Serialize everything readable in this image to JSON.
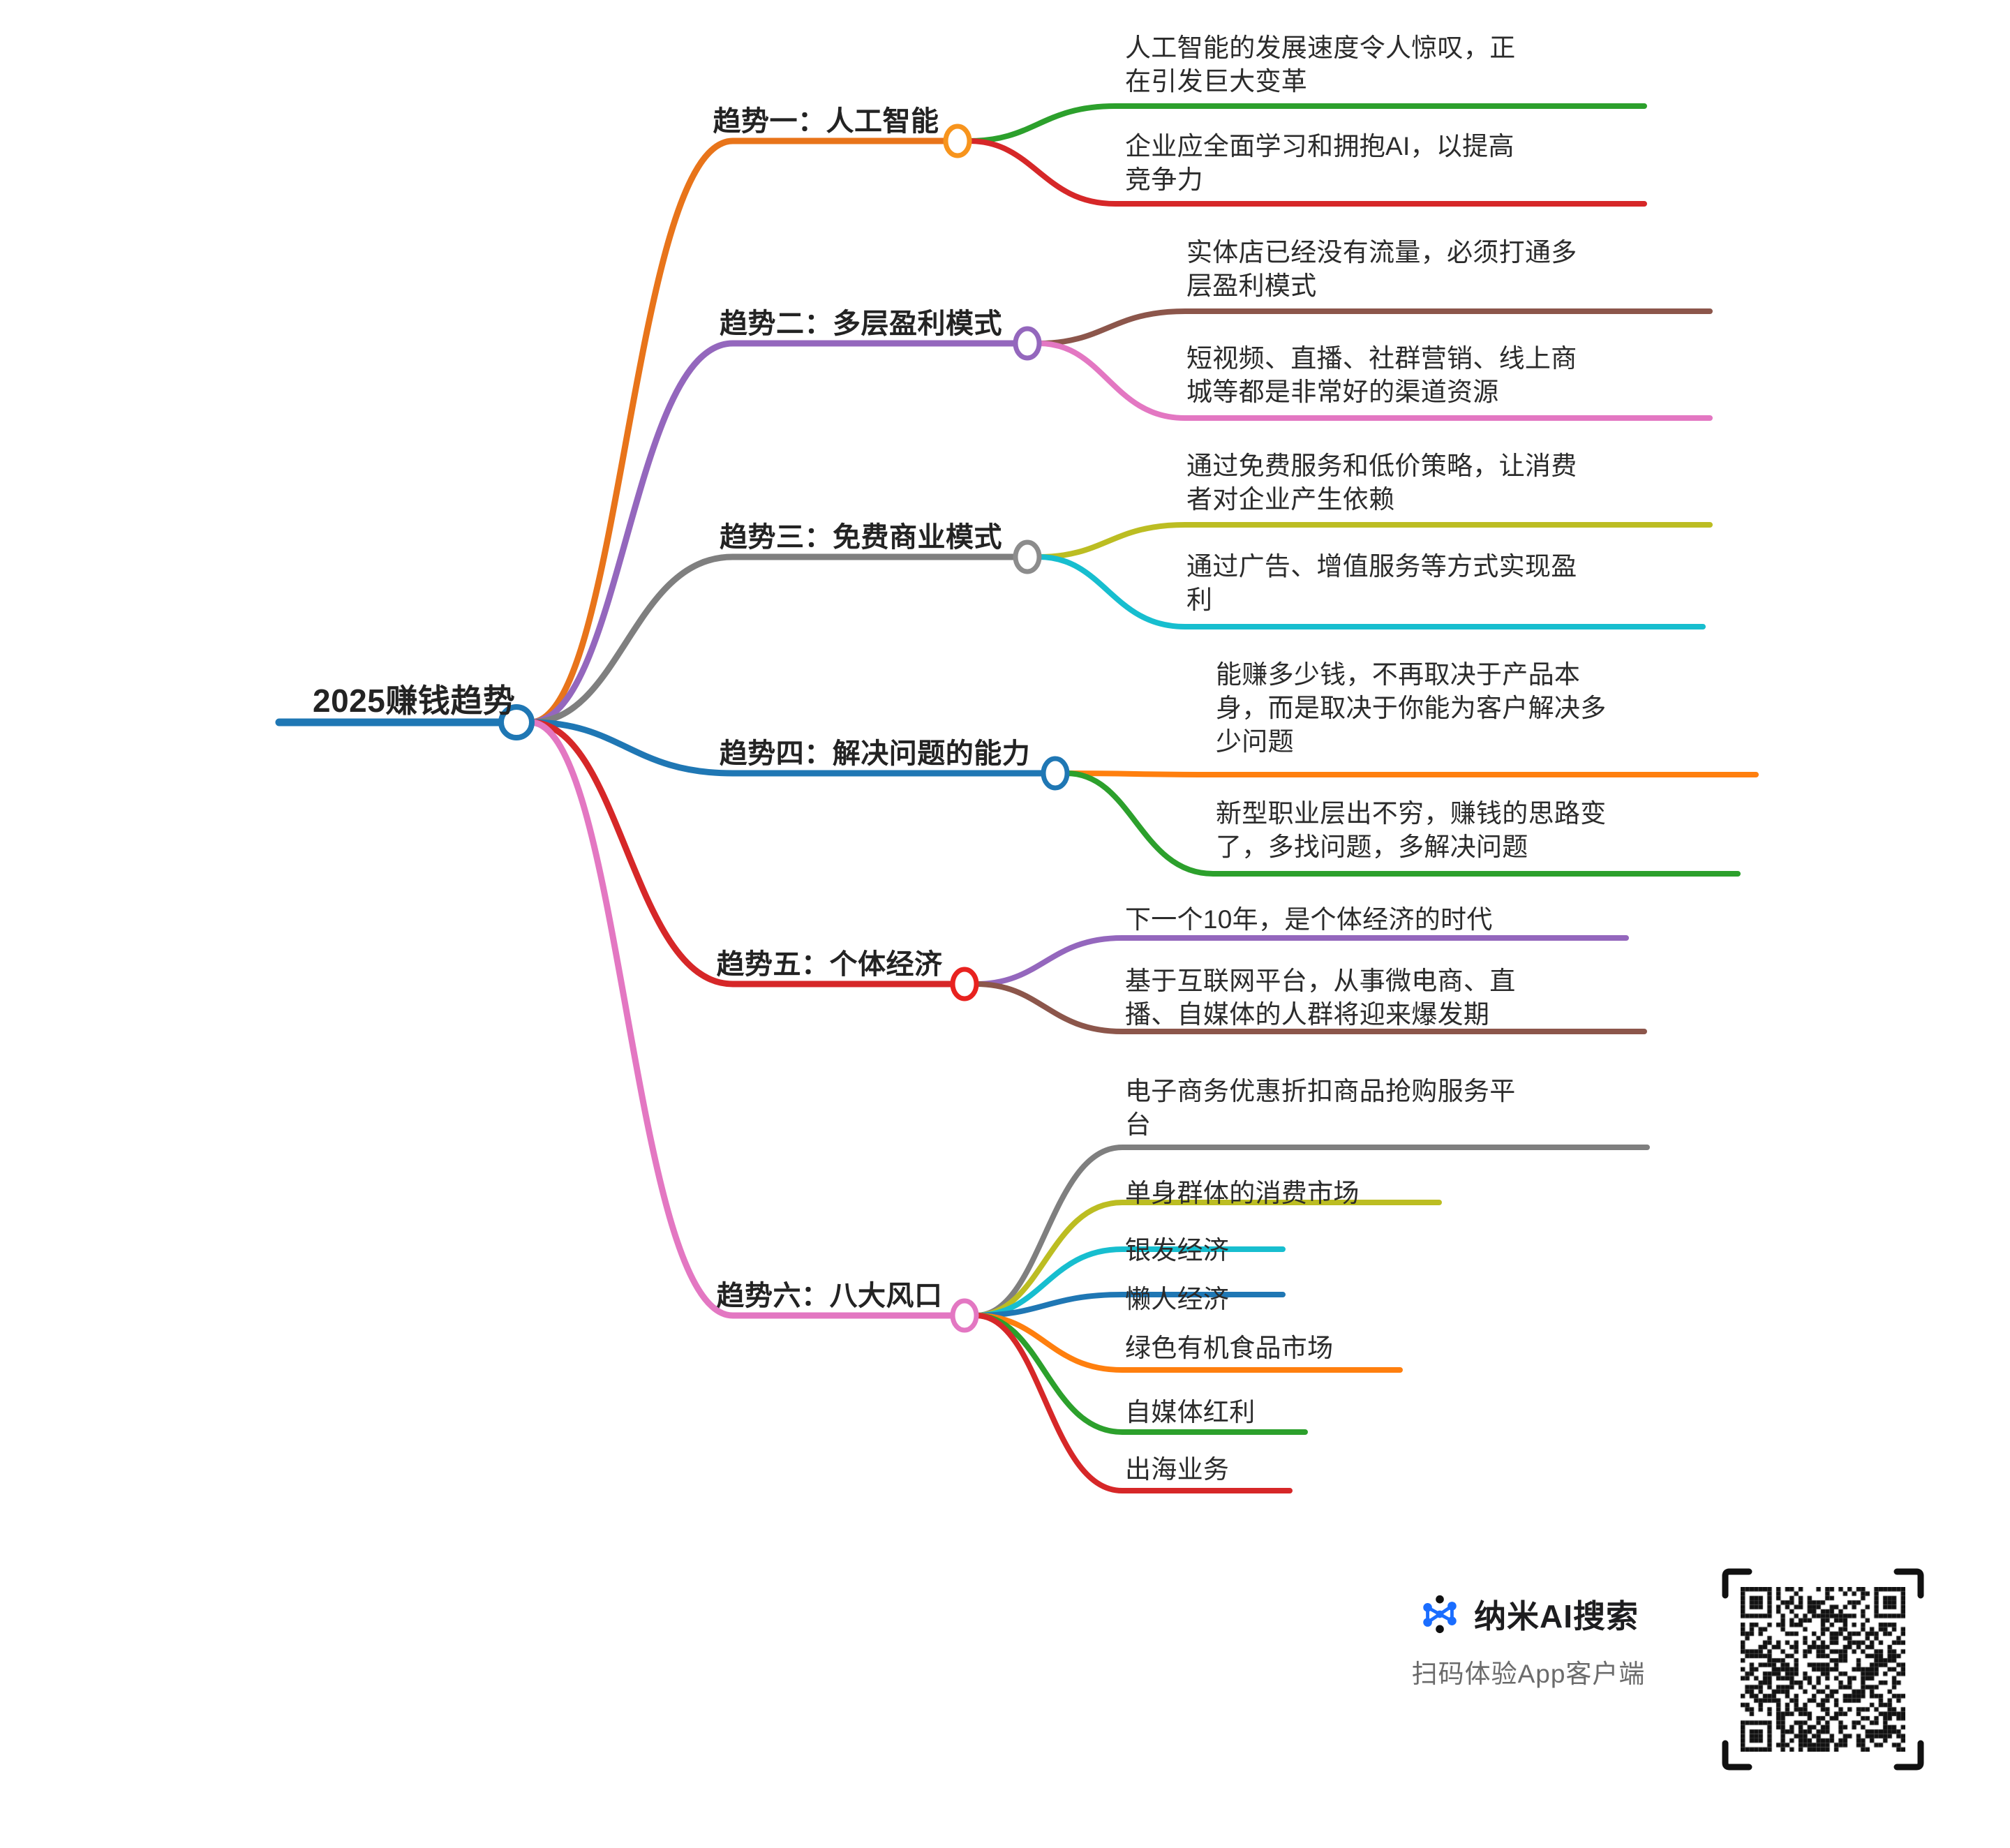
{
  "title": "2025赚钱趋势",
  "root": {
    "label": "2025赚钱趋势",
    "color": "#1f77b4"
  },
  "branches": [
    {
      "label": "趋势一：人工智能",
      "color": "#e8741a",
      "node_color": "#f7941d",
      "children": [
        {
          "lines": [
            "人工智能的发展速度令人惊叹，正",
            "在引发巨大变革"
          ],
          "color": "#2ca02c"
        },
        {
          "lines": [
            "企业应全面学习和拥抱AI，以提高",
            "竞争力"
          ],
          "color": "#d62728"
        }
      ]
    },
    {
      "label": "趋势二：多层盈利模式",
      "color": "#9467bd",
      "node_color": "#9467bd",
      "children": [
        {
          "lines": [
            "实体店已经没有流量，必须打通多",
            "层盈利模式"
          ],
          "color": "#8c564b"
        },
        {
          "lines": [
            "短视频、直播、社群营销、线上商",
            "城等都是非常好的渠道资源"
          ],
          "color": "#e377c2"
        }
      ]
    },
    {
      "label": "趋势三：免费商业模式",
      "color": "#7f7f7f",
      "node_color": "#8c8c8c",
      "children": [
        {
          "lines": [
            "通过免费服务和低价策略，让消费",
            "者对企业产生依赖"
          ],
          "color": "#bcbd22"
        },
        {
          "lines": [
            "通过广告、增值服务等方式实现盈",
            "利"
          ],
          "color": "#17becf"
        }
      ]
    },
    {
      "label": "趋势四：解决问题的能力",
      "color": "#1f77b4",
      "node_color": "#1f77b4",
      "children": [
        {
          "lines": [
            "能赚多少钱，不再取决于产品本",
            "身，而是取决于你能为客户解决多",
            "少问题"
          ],
          "color": "#ff7f0e"
        },
        {
          "lines": [
            "新型职业层出不穷，赚钱的思路变",
            "了，多找问题，多解决问题"
          ],
          "color": "#2ca02c"
        }
      ]
    },
    {
      "label": "趋势五：个体经济",
      "color": "#d62728",
      "node_color": "#e8221f",
      "children": [
        {
          "lines": [
            "下一个10年，是个体经济的时代"
          ],
          "color": "#9467bd"
        },
        {
          "lines": [
            "基于互联网平台，从事微电商、直",
            "播、自媒体的人群将迎来爆发期"
          ],
          "color": "#8c564b"
        }
      ]
    },
    {
      "label": "趋势六：八大风口",
      "color": "#e377c2",
      "node_color": "#e377c2",
      "children": [
        {
          "lines": [
            "电子商务优惠折扣商品抢购服务平",
            "台"
          ],
          "color": "#7f7f7f"
        },
        {
          "lines": [
            "单身群体的消费市场"
          ],
          "color": "#bcbd22"
        },
        {
          "lines": [
            "银发经济"
          ],
          "color": "#17becf"
        },
        {
          "lines": [
            "懒人经济"
          ],
          "color": "#1f77b4"
        },
        {
          "lines": [
            "绿色有机食品市场"
          ],
          "color": "#ff7f0e"
        },
        {
          "lines": [
            "自媒体红利"
          ],
          "color": "#2ca02c"
        },
        {
          "lines": [
            "出海业务"
          ],
          "color": "#d62728"
        }
      ]
    }
  ],
  "brand": {
    "name": "纳米AI搜索",
    "tagline": "扫码体验App客户端",
    "logo_color": "#1a6dff",
    "logo_dot_color": "#111111"
  }
}
